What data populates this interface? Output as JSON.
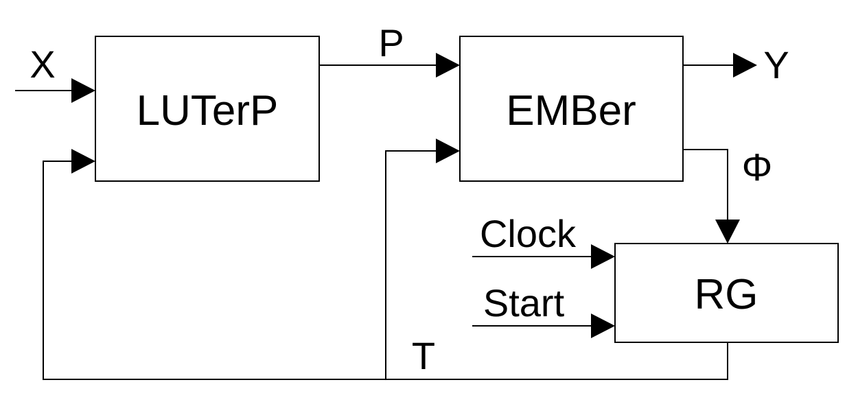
{
  "blocks": {
    "luterp": "LUTerP",
    "ember": "EMBer",
    "rg": "RG"
  },
  "signals": {
    "x": "X",
    "p": "P",
    "y": "Y",
    "phi": "Φ",
    "clock": "Clock",
    "start": "Start",
    "t": "T"
  },
  "colors": {
    "stroke": "#000000",
    "background": "#ffffff"
  }
}
